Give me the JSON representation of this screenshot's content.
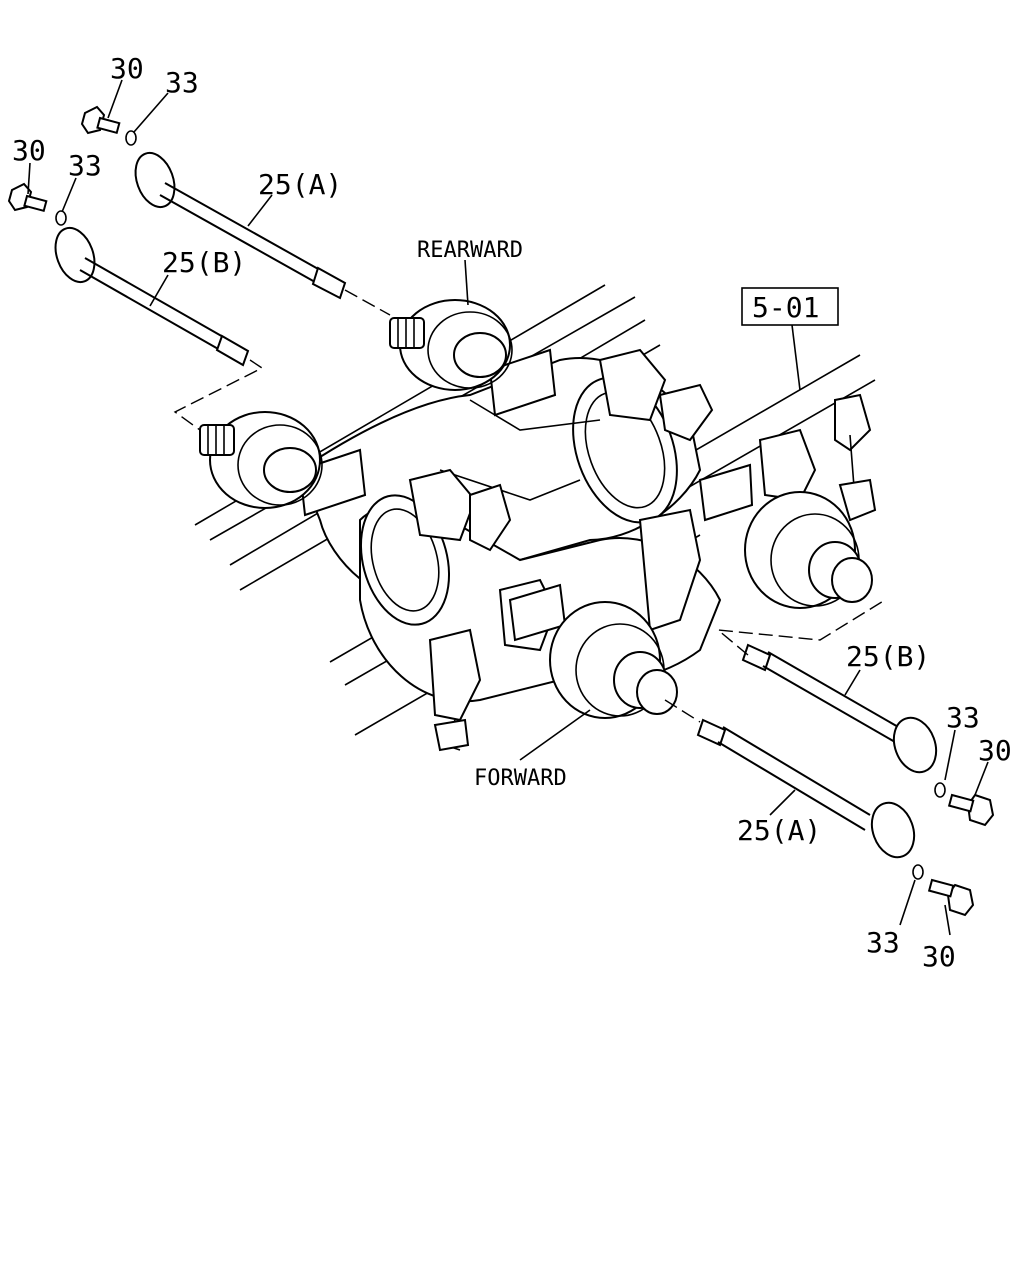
{
  "labels": {
    "bolt_30": "30",
    "washer_33": "33",
    "shaft_a": "25(A)",
    "shaft_b": "25(B)",
    "rearward": "REARWARD",
    "forward": "FORWARD",
    "ref": "5-01"
  }
}
